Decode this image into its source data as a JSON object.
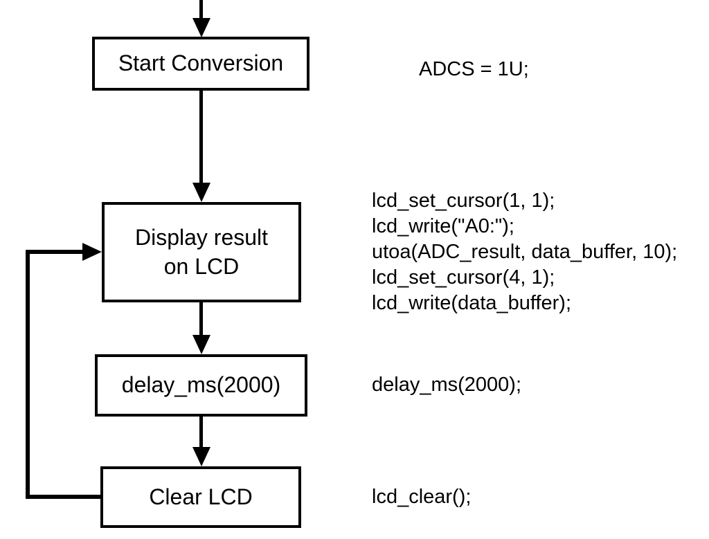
{
  "flowchart": {
    "nodes": {
      "start": {
        "label": "Start Conversion"
      },
      "display": {
        "label": "Display result\non LCD"
      },
      "delay": {
        "label": "delay_ms(2000)"
      },
      "clear": {
        "label": "Clear LCD"
      }
    },
    "edges": [
      {
        "from": "entry",
        "to": "start",
        "type": "arrow-down"
      },
      {
        "from": "start",
        "to": "display",
        "type": "arrow-down"
      },
      {
        "from": "display",
        "to": "delay",
        "type": "arrow-down"
      },
      {
        "from": "delay",
        "to": "clear",
        "type": "arrow-down"
      },
      {
        "from": "clear",
        "to": "display",
        "type": "loop-back-left"
      }
    ]
  },
  "annotations": {
    "start_code": "ADCS = 1U;",
    "display_code": [
      "lcd_set_cursor(1, 1);",
      "lcd_write(\"A0:\");",
      "utoa(ADC_result, data_buffer, 10);",
      "lcd_set_cursor(4, 1);",
      "lcd_write(data_buffer);"
    ],
    "delay_code": "delay_ms(2000);",
    "clear_code": "lcd_clear();"
  },
  "colors": {
    "line": "#000000",
    "text": "#000000",
    "background": "#ffffff"
  }
}
